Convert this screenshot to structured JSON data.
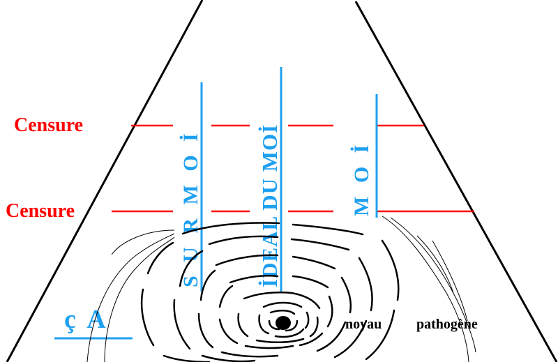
{
  "diagram": {
    "labels": {
      "censure_top": "Censure",
      "censure_bottom": "Censure",
      "surmoi": "S U R M O İ",
      "ideal_du_moi": "İDEAL DU MOİ",
      "moi": "M O İ",
      "ca": "ç A",
      "noyau": "noyau",
      "pathogene": "pathogène"
    },
    "colors": {
      "censure": "#ff0000",
      "structure": "#1ea0f0",
      "outline": "#000000"
    }
  }
}
